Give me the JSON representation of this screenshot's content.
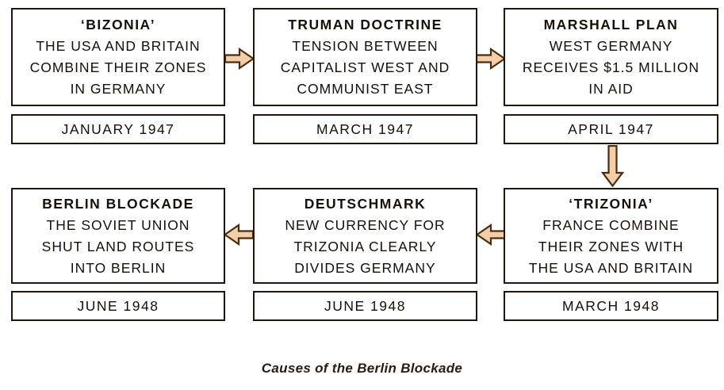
{
  "colors": {
    "background": "#ffffff",
    "box_bg": "#ffffff",
    "box_border": "#20160c",
    "text": "#170f08",
    "arrow_fill": "#f2cfa6",
    "arrow_stroke": "#4a2c10",
    "caption_text": "#2a1b0d"
  },
  "caption": "Causes of the Berlin Blockade",
  "boxes": [
    {
      "id": "bizonia",
      "title": "‘BIZONIA’",
      "body": "THE USA AND BRITAIN\nCOMBINE THEIR ZONES\nIN GERMANY",
      "date": "JANUARY 1947"
    },
    {
      "id": "truman-doctrine",
      "title": "TRUMAN DOCTRINE",
      "body": "TENSION BETWEEN\nCAPITALIST WEST AND\nCOMMUNIST EAST",
      "date": "MARCH 1947"
    },
    {
      "id": "marshall-plan",
      "title": "MARSHALL PLAN",
      "body": "WEST GERMANY\nRECEIVES $1.5 MILLION\nIN AID",
      "date": "APRIL 1947"
    },
    {
      "id": "trizonia",
      "title": "‘TRIZONIA’",
      "body": "FRANCE COMBINE\nTHEIR ZONES WITH\nTHE USA AND BRITAIN",
      "date": "MARCH 1948"
    },
    {
      "id": "deutschmark",
      "title": "DEUTSCHMARK",
      "body": "NEW CURRENCY FOR\nTRIZONIA CLEARLY\nDIVIDES GERMANY",
      "date": "JUNE 1948"
    },
    {
      "id": "berlin-blockade",
      "title": "BERLIN BLOCKADE",
      "body": "THE SOVIET UNION\nSHUT LAND ROUTES\nINTO BERLIN",
      "date": "JUNE 1948"
    }
  ],
  "flow": [
    {
      "from": "bizonia",
      "to": "truman-doctrine",
      "direction": "right"
    },
    {
      "from": "truman-doctrine",
      "to": "marshall-plan",
      "direction": "right"
    },
    {
      "from": "marshall-plan",
      "to": "trizonia",
      "direction": "down"
    },
    {
      "from": "trizonia",
      "to": "deutschmark",
      "direction": "left"
    },
    {
      "from": "deutschmark",
      "to": "berlin-blockade",
      "direction": "left"
    }
  ]
}
